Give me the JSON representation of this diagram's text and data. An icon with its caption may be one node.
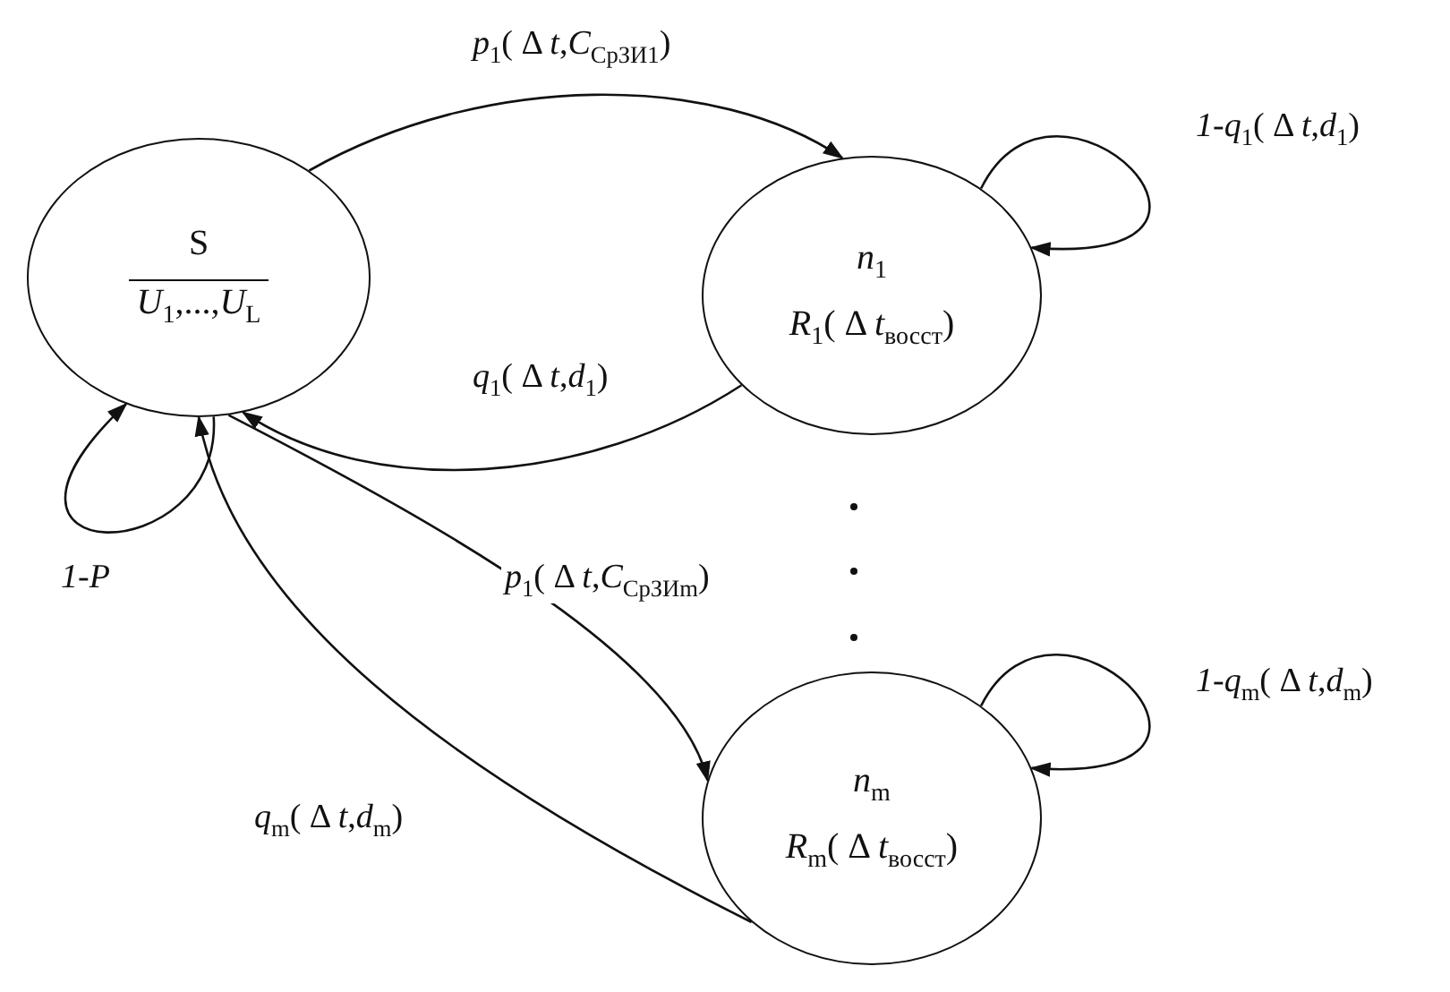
{
  "diagram": {
    "nodes": [
      {
        "text": [
          "S",
          "*U*$_{1}$,...,*U*$_{L}$"
        ]
      },
      {
        "text": [
          "*n*$_{1}$",
          "*R*$_{1}$( Δ *t*$_{восст}$)"
        ]
      },
      {
        "text": [
          "*n*$_{m}$",
          "*R*$_{m}$( Δ *t*$_{восст}$)"
        ]
      }
    ],
    "edges": [
      {
        "from": 0,
        "to": 1,
        "arrow": "to",
        "label": "*p*$_{1}$( Δ *t*,*C*$_{СрЗИ1}$)"
      },
      {
        "from": 1,
        "to": 0,
        "arrow": "to",
        "label": "*q*$_{1}$( Δ *t*,*d*$_{1}$)"
      },
      {
        "from": 1,
        "to": 1,
        "arrow": "to",
        "label": "*1-q*$_{1}$( Δ *t*,*d*$_{1}$)"
      },
      {
        "from": 0,
        "to": 0,
        "arrow": "to",
        "label": "*1-P*"
      },
      {
        "from": 0,
        "to": 2,
        "arrow": "to",
        "label": "*p*$_{1}$( Δ *t*,*C*$_{СрЗИm}$)"
      },
      {
        "from": 2,
        "to": 0,
        "arrow": "to",
        "label": "*q*$_{m}$( Δ *t*,*d*$_{m}$)"
      },
      {
        "from": 2,
        "to": 2,
        "arrow": "to",
        "label": "*1-q*$_{m}$( Δ *t*,*d*$_{m}$)"
      }
    ]
  }
}
